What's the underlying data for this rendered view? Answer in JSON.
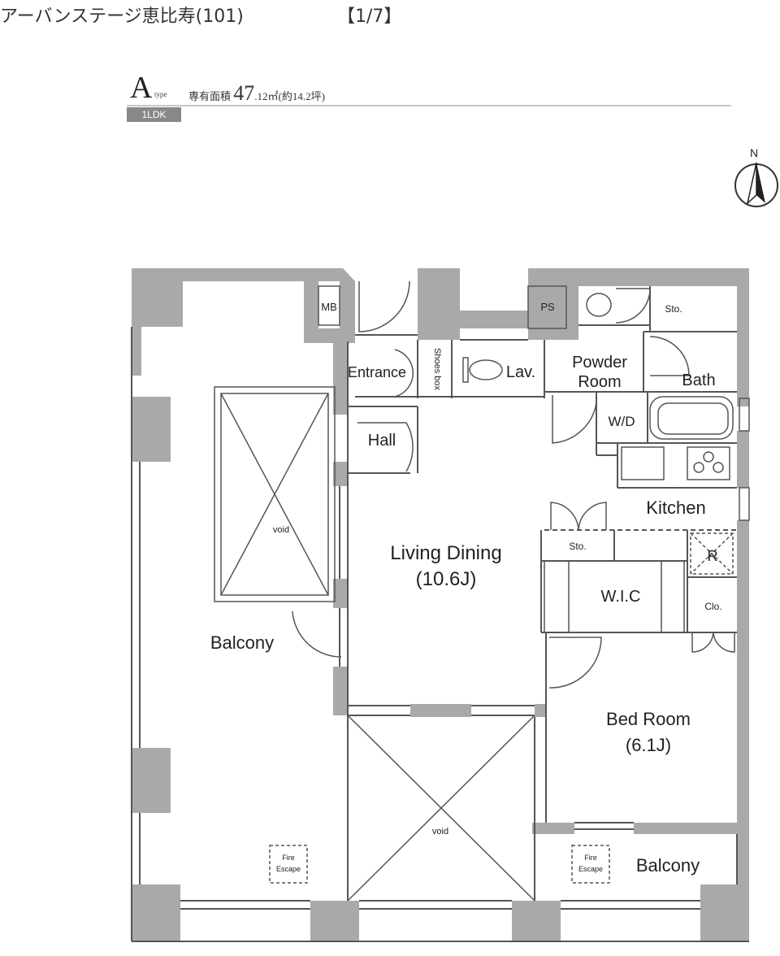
{
  "header": {
    "title": "アーバンステージ恵比寿(101)",
    "page_indicator": "【1/7】"
  },
  "unit": {
    "type_letter": "A",
    "type_word": "type",
    "area_label": "専有面積",
    "area_value": "47",
    "area_unit": ".12㎡(約14.2坪)",
    "layout_badge": "1LDK"
  },
  "compass": {
    "label": "N"
  },
  "rooms": {
    "mb": "MB",
    "ps": "PS",
    "sto_top": "Sto.",
    "entrance": "Entrance",
    "shoes_box": "Shoes box",
    "lav": "Lav.",
    "powder_room_1": "Powder",
    "powder_room_2": "Room",
    "bath": "Bath",
    "wd": "W/D",
    "hall": "Hall",
    "kitchen": "Kitchen",
    "sto_mid": "Sto.",
    "fridge": "R",
    "living_dining": "Living Dining",
    "living_dining_size": "(10.6J)",
    "wic": "W.I.C",
    "clo": "Clo.",
    "bed_room": "Bed Room",
    "bed_room_size": "(6.1J)",
    "balcony_west": "Balcony",
    "balcony_south": "Balcony",
    "void_1": "void",
    "void_2": "void",
    "fire_escape_1a": "Fire",
    "fire_escape_1b": "Escape",
    "fire_escape_2a": "Fire",
    "fire_escape_2b": "Escape"
  },
  "colors": {
    "wall": "#a9a9a9",
    "line": "#555555",
    "badge": "#888888"
  }
}
